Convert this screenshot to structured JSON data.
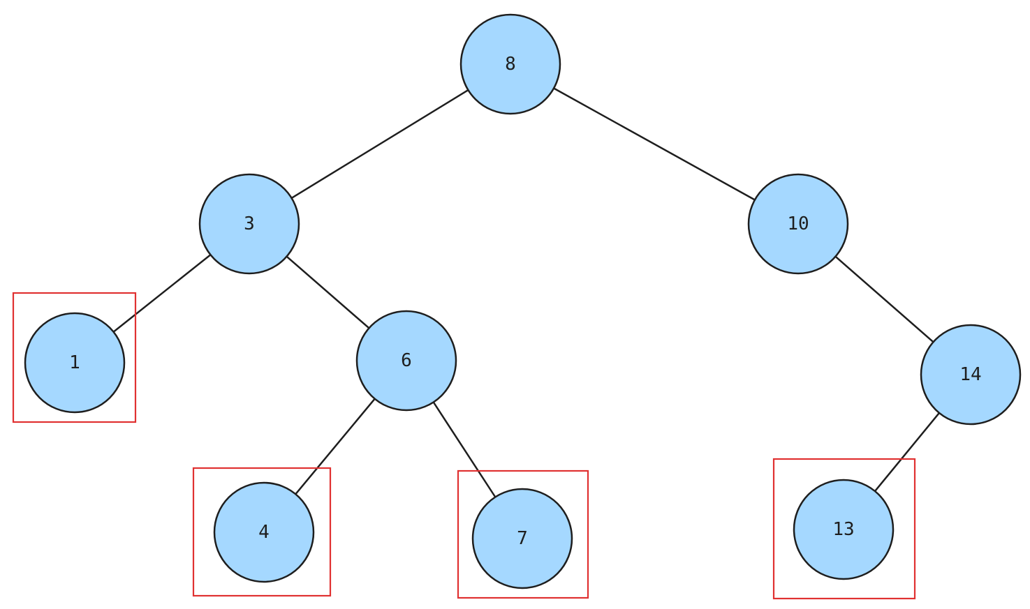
{
  "colors": {
    "node_fill": "#a5d8ff",
    "node_stroke": "#1e1e1e",
    "edge": "#1e1e1e",
    "highlight": "#e03131"
  },
  "tree": {
    "nodes": [
      {
        "id": "n8",
        "label": "8",
        "highlighted": false
      },
      {
        "id": "n3",
        "label": "3",
        "highlighted": false
      },
      {
        "id": "n10",
        "label": "10",
        "highlighted": false
      },
      {
        "id": "n1",
        "label": "1",
        "highlighted": true
      },
      {
        "id": "n6",
        "label": "6",
        "highlighted": false
      },
      {
        "id": "n14",
        "label": "14",
        "highlighted": false
      },
      {
        "id": "n4",
        "label": "4",
        "highlighted": true
      },
      {
        "id": "n7",
        "label": "7",
        "highlighted": true
      },
      {
        "id": "n13",
        "label": "13",
        "highlighted": true
      }
    ],
    "edges": [
      {
        "from": "n8",
        "to": "n3"
      },
      {
        "from": "n8",
        "to": "n10"
      },
      {
        "from": "n3",
        "to": "n1"
      },
      {
        "from": "n3",
        "to": "n6"
      },
      {
        "from": "n6",
        "to": "n4"
      },
      {
        "from": "n6",
        "to": "n7"
      },
      {
        "from": "n10",
        "to": "n14"
      },
      {
        "from": "n14",
        "to": "n13"
      }
    ]
  }
}
